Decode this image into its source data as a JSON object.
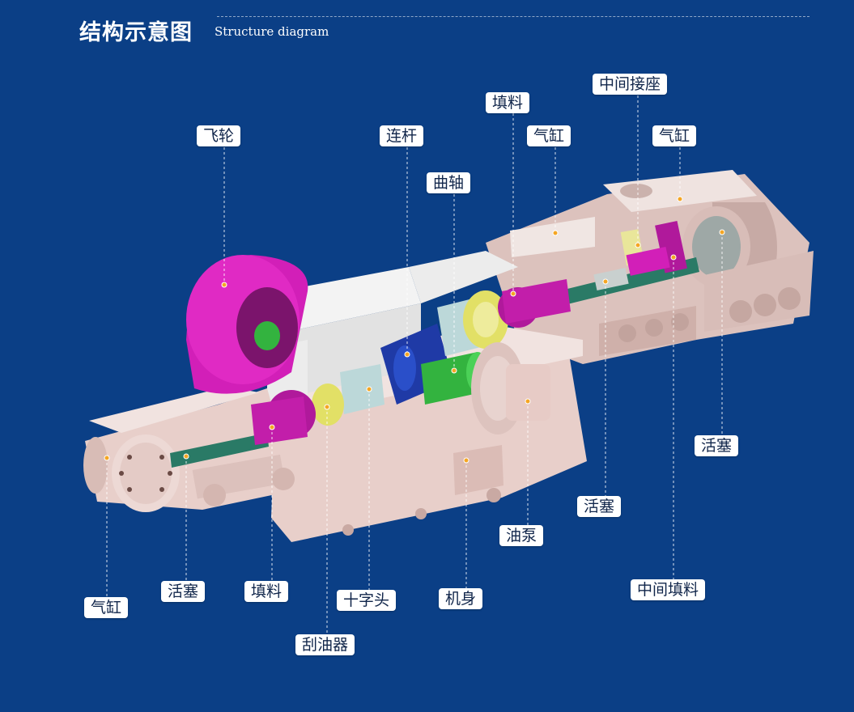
{
  "header": {
    "title": "结构示意图",
    "subtitle": "Structure diagram"
  },
  "colors": {
    "background": "#0b3f86",
    "flywheel": "#d21fb8",
    "body": "#e8cfca",
    "cover": "#e6e6e6",
    "shaft": "#1c9ad8",
    "green": "#33b33f",
    "yellow": "#e2e066",
    "magenta": "#b0199b",
    "leader": "#ffffff",
    "dot": "#f5a623"
  },
  "labels": {
    "flywheel": "飞轮",
    "connecting_rod": "连杆",
    "crankshaft": "曲轴",
    "packing_top": "填料",
    "cylinder_mid": "气缸",
    "distance_piece": "中间接座",
    "cylinder_right": "气缸",
    "piston_right": "活塞",
    "piston_mid": "活塞",
    "oil_pump": "油泵",
    "middle_packing": "中间填料",
    "cylinder_left": "气缸",
    "piston_left": "活塞",
    "packing_left": "填料",
    "crosshead": "十字头",
    "frame": "机身",
    "oil_scraper": "刮油器"
  }
}
